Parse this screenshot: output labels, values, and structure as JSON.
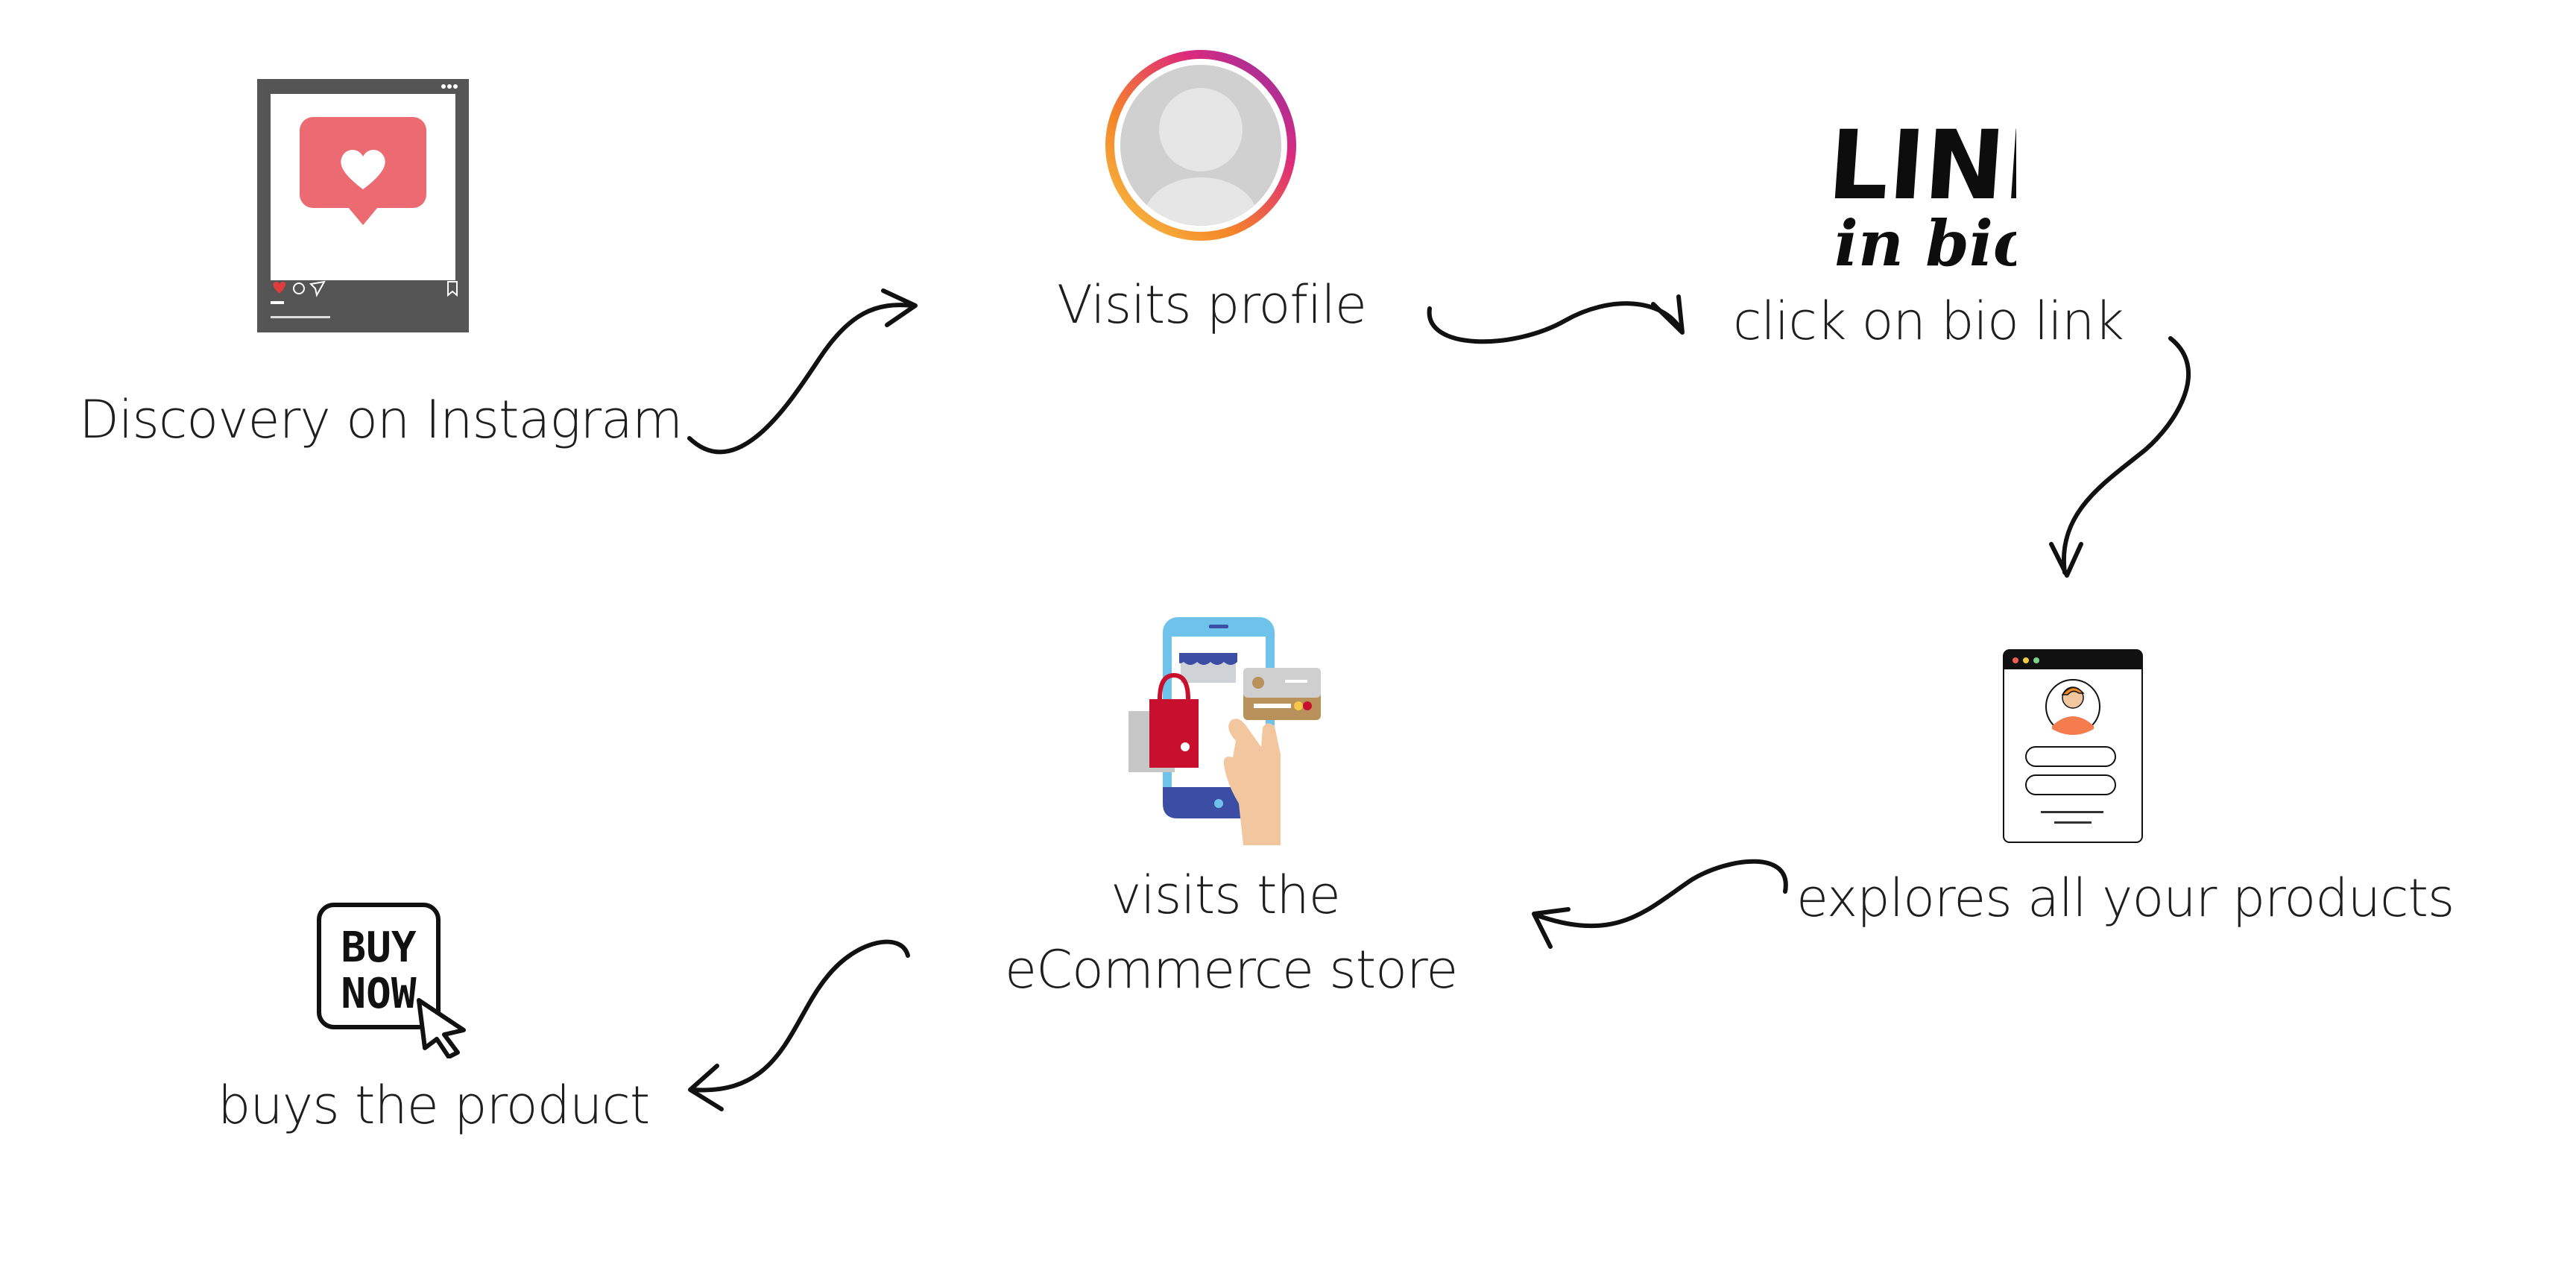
{
  "steps": [
    {
      "id": "discovery",
      "label": "Discovery on Instagram",
      "icon": "instagram-post-icon"
    },
    {
      "id": "profile",
      "label": "Visits profile",
      "icon": "profile-avatar-icon"
    },
    {
      "id": "bio",
      "label": "click on bio link",
      "icon": "link-in-bio-icon"
    },
    {
      "id": "explore",
      "label": "explores all your products",
      "icon": "profile-page-icon"
    },
    {
      "id": "store",
      "label_lines": [
        "visits the",
        "eCommerce store"
      ],
      "icon": "mobile-shopping-icon"
    },
    {
      "id": "buy",
      "label": "buys the product",
      "icon": "buy-now-icon"
    }
  ],
  "logo_text": {
    "link": "LINK",
    "inbio": "in bio",
    "buy": "BUY",
    "now": "NOW"
  },
  "colors": {
    "text": "#1e1e1e",
    "arrow": "#111111",
    "post_frame": "#555555",
    "heart_bubble": "#ec6b73",
    "ig_gradient": [
      "#f7c948",
      "#f58529",
      "#dd2a7b",
      "#8134af"
    ],
    "phone_blue": "#6fc3ea",
    "phone_base": "#3b4ea3",
    "bag_red": "#c8102e",
    "card_gold": "#b8925a",
    "skin": "#f2c7a0",
    "avatar_orange": "#f47c4f"
  }
}
